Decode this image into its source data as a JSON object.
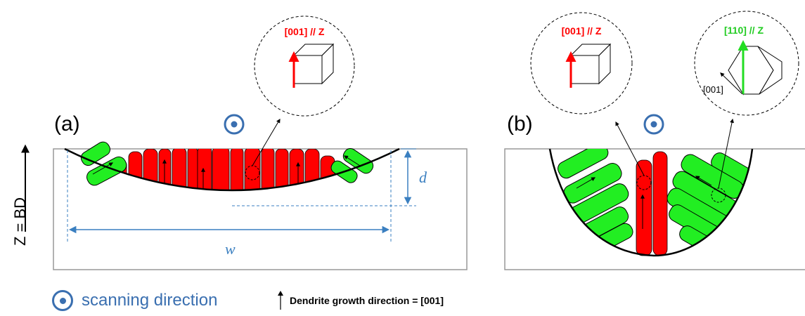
{
  "axis_label": "Z = BD",
  "panel_a": {
    "label": "(a)",
    "callout_text": "[001] // Z",
    "depth_label": "d",
    "width_label": "w"
  },
  "panel_b": {
    "label": "(b)",
    "callout_left_text": "[001] // Z",
    "callout_right_text": "[110] // Z",
    "callout_right_sublabel": "[001]"
  },
  "legend": {
    "scanning": "scanning direction",
    "dendrite": "Dendrite growth direction = [001]"
  },
  "colors": {
    "red_grain": "#ff0000",
    "green_grain": "#22ee22",
    "blue_dim": "#3a7fc0",
    "scan_symbol": "#3a6fb0",
    "label_red": "#ff0000",
    "label_green": "#22cc22"
  }
}
